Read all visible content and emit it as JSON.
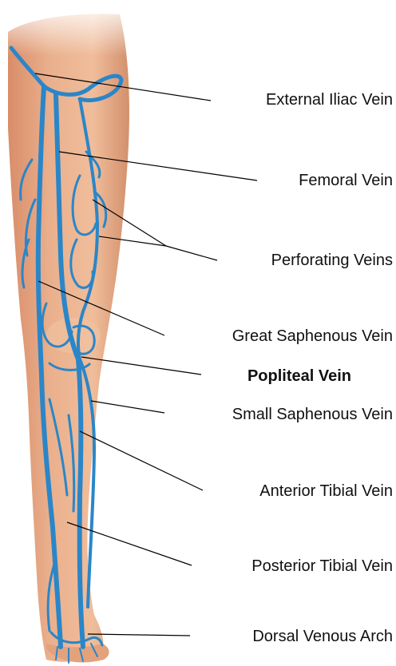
{
  "colors": {
    "skin": "#e9a983",
    "skin_light": "#f3c4a4",
    "skin_shadow": "#d38c67",
    "vein": "#2a86c8",
    "vein_dark": "#1a5f98",
    "leader": "#000000"
  },
  "labels": {
    "external_iliac": "External Iliac Vein",
    "femoral": "Femoral Vein",
    "perforating": "Perforating Veins",
    "great_saphenous": "Great Saphenous Vein",
    "popliteal": "Popliteal Vein",
    "small_saphenous": "Small Saphenous Vein",
    "anterior_tibial": "Anterior Tibial Vein",
    "posterior_tibial": "Posterior Tibial Vein",
    "dorsal_arch": "Dorsal Venous Arch"
  }
}
